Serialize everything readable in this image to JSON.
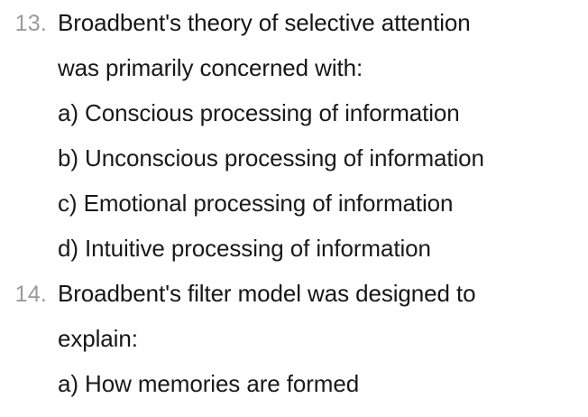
{
  "page": {
    "background_color": "#ffffff",
    "text_color": "#1a1a1a",
    "number_color": "#9a9a9a"
  },
  "questions": [
    {
      "number": "13.",
      "stem_lines": [
        "Broadbent's theory of selective attention",
        "was primarily concerned with:"
      ],
      "options": [
        "a) Conscious processing of information",
        "b) Unconscious processing of information",
        "c) Emotional processing of information",
        "d) Intuitive processing of information"
      ]
    },
    {
      "number": "14.",
      "stem_lines": [
        "Broadbent's filter model was designed to",
        "explain:"
      ],
      "options": [
        "a) How memories are formed"
      ]
    }
  ]
}
